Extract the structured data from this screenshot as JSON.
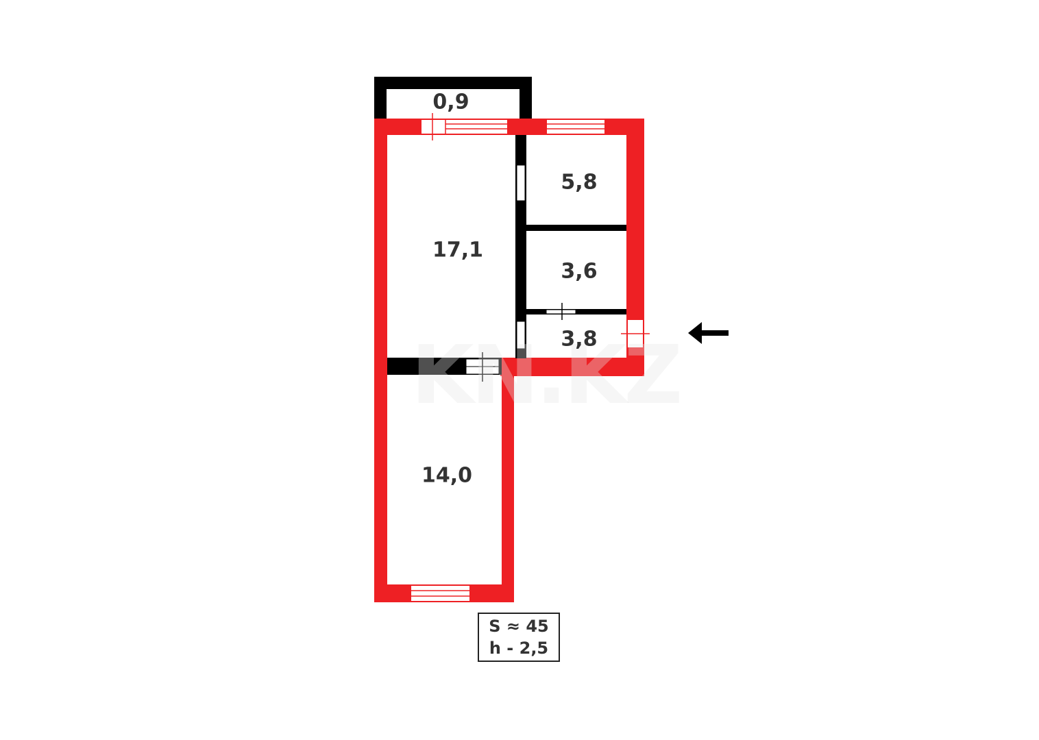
{
  "plan": {
    "colors": {
      "exterior_wall": "#ee2024",
      "interior_wall": "#000000",
      "label_text": "#333333",
      "background": "#ffffff"
    },
    "rooms": [
      {
        "id": "balcony",
        "area": "0,9"
      },
      {
        "id": "kitchen",
        "area": "5,8"
      },
      {
        "id": "living-room",
        "area": "17,1"
      },
      {
        "id": "bathroom",
        "area": "3,6"
      },
      {
        "id": "hallway",
        "area": "3,8"
      },
      {
        "id": "bedroom",
        "area": "14,0"
      }
    ],
    "entrance_arrow": "arrow-left-icon",
    "summary": {
      "total_area": "S ≈ 45",
      "ceiling_height": "h - 2,5"
    },
    "watermark": "KN.KZ"
  }
}
